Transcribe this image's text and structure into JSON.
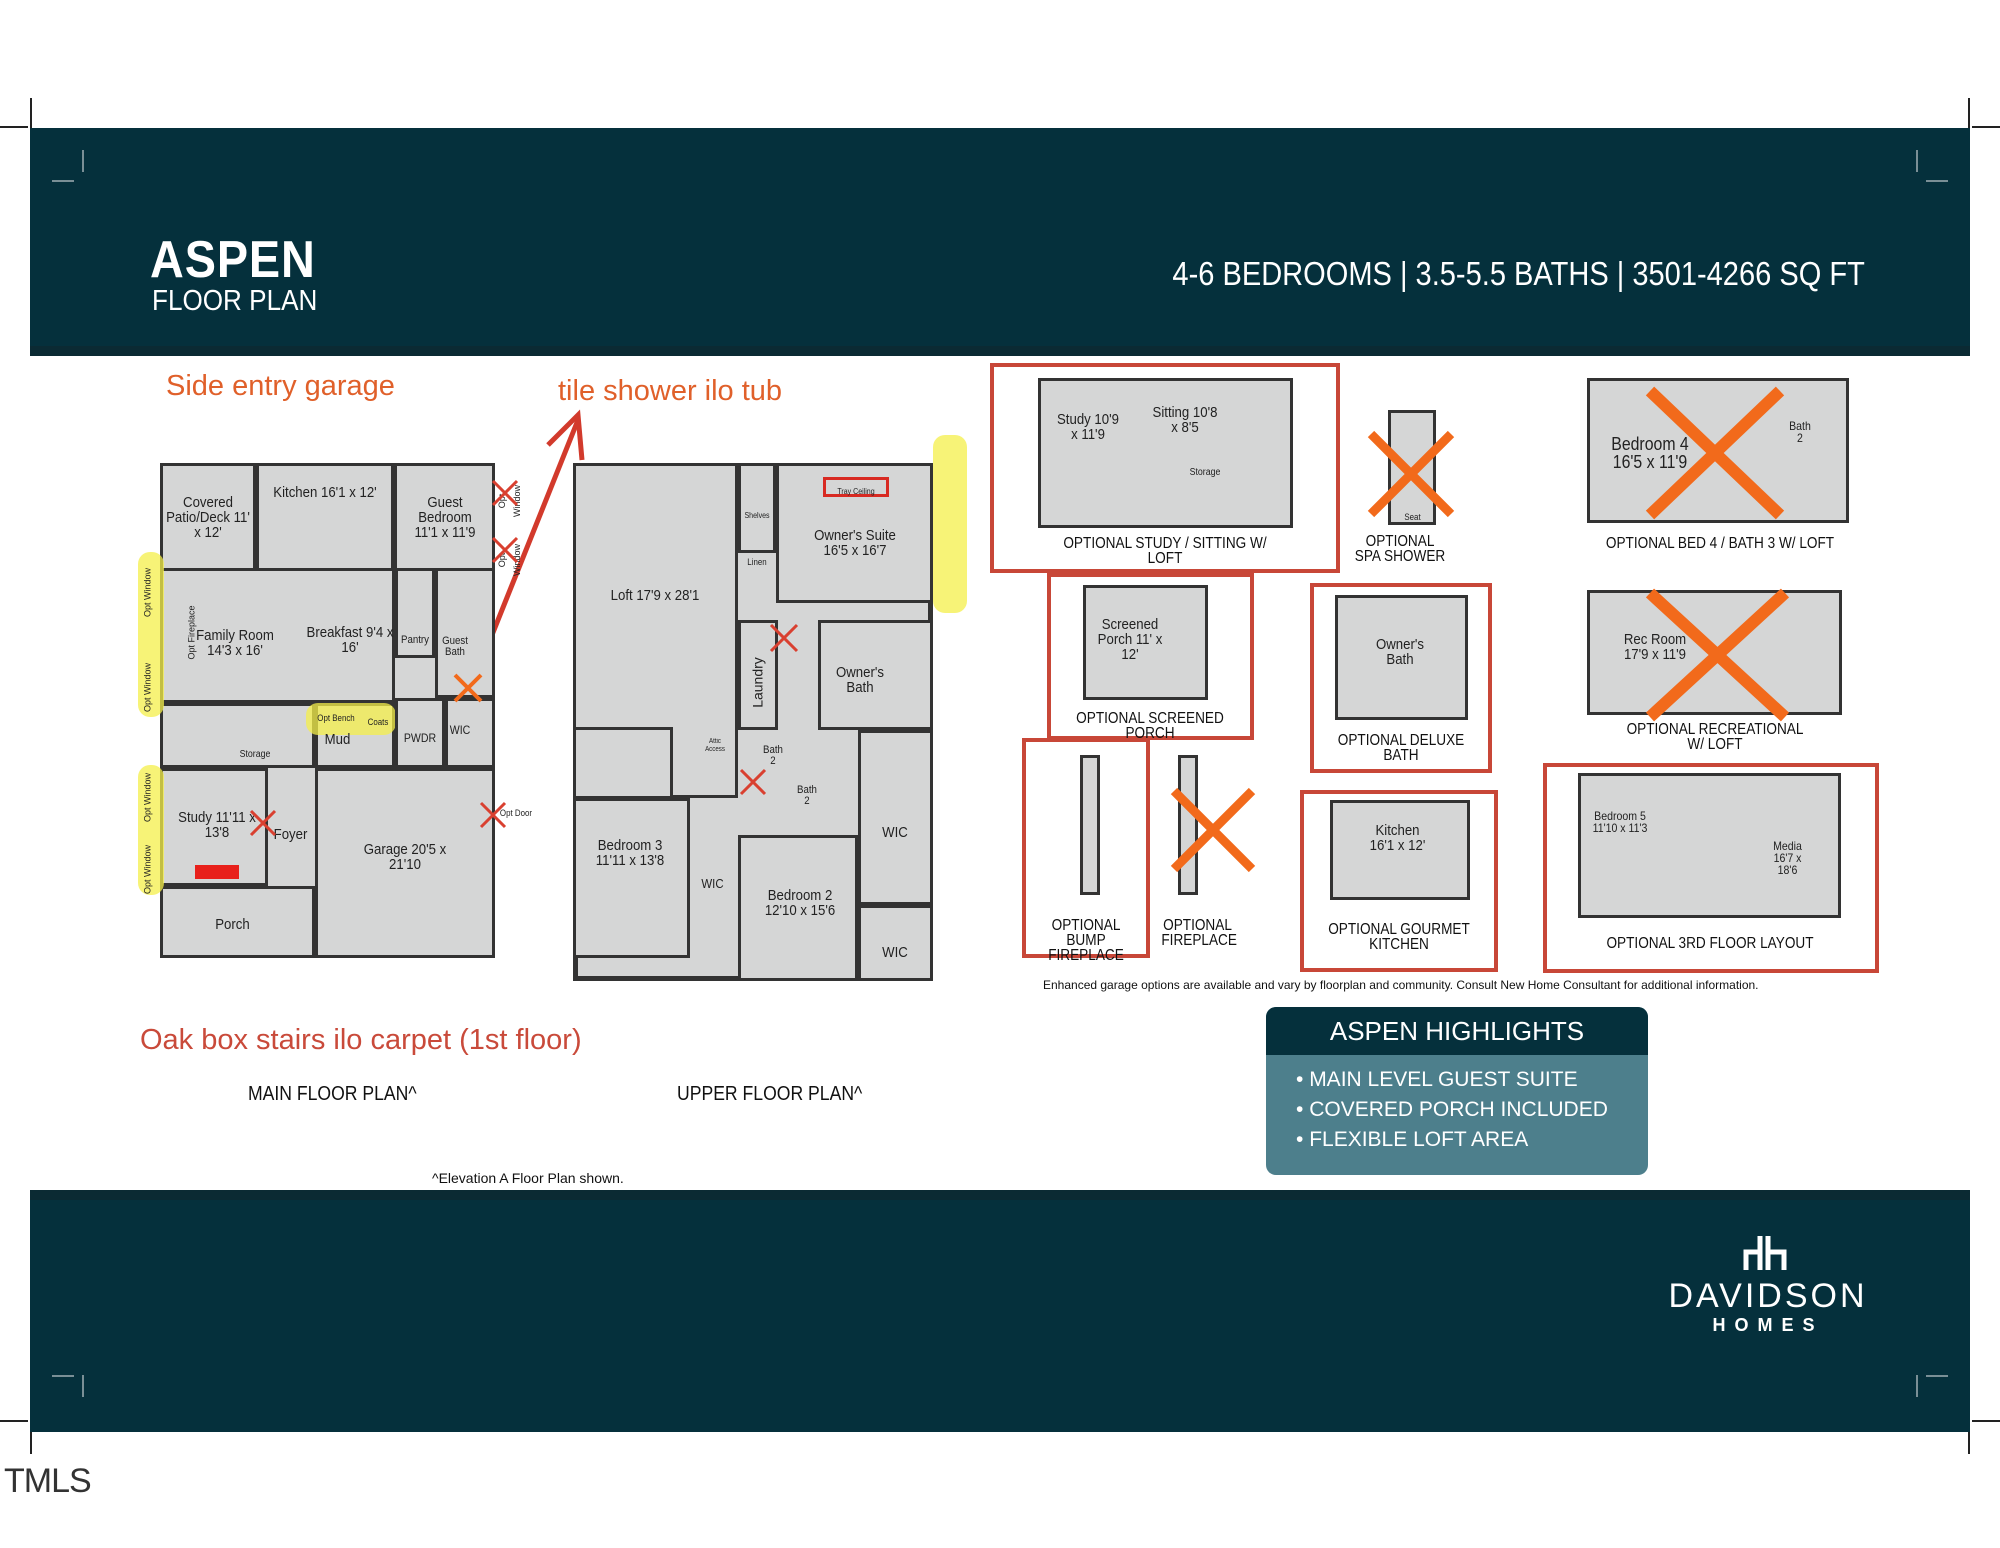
{
  "header": {
    "title": "ASPEN",
    "subtitle": "FLOOR PLAN",
    "specs": "4-6 BEDROOMS | 3.5-5.5 BATHS | 3501-4266 SQ FT"
  },
  "annotations": {
    "side_entry": "Side entry garage",
    "tile_shower": "tile shower ilo tub",
    "oak_stairs": "Oak box stairs ilo carpet (1st floor)"
  },
  "plans": {
    "main_label": "MAIN FLOOR PLAN^",
    "upper_label": "UPPER FLOOR PLAN^",
    "elevation_note": "^Elevation A Floor Plan shown."
  },
  "main_rooms": {
    "covered_patio": "Covered Patio/Deck 11' x 12'",
    "kitchen": "Kitchen 16'1 x 12'",
    "guest_bedroom": "Guest Bedroom 11'1 x 11'9",
    "family_room": "Family Room 14'3 x 16'",
    "breakfast": "Breakfast 9'4 x 16'",
    "pantry": "Pantry",
    "guest_bath": "Guest Bath",
    "mud": "Mud",
    "pwdr": "PWDR",
    "wic": "WIC",
    "study": "Study 11'11 x 13'8",
    "foyer": "Foyer",
    "garage": "Garage 20'5 x 21'10",
    "porch": "Porch",
    "storage": "Storage",
    "opt_bench": "Opt Bench",
    "coats": "Coats",
    "opt_window": "Opt Window",
    "opt_door": "Opt Door",
    "opt_fireplace": "Opt Fireplace"
  },
  "upper_rooms": {
    "loft": "Loft 17'9 x 28'1",
    "owners_suite": "Owner's Suite 16'5 x 16'7",
    "tray_ceiling": "Tray Ceiling",
    "shelves": "Shelves",
    "linen": "Linen",
    "laundry": "Laundry",
    "owners_bath": "Owner's Bath",
    "bath2": "Bath 2",
    "bedroom3": "Bedroom 3 11'11 x 13'8",
    "bedroom2": "Bedroom 2 12'10 x 15'6",
    "wic": "WIC",
    "attic": "Attic Access"
  },
  "options": {
    "study_sitting": "OPTIONAL STUDY / SITTING W/ LOFT",
    "study": "Study 10'9 x 11'9",
    "sitting": "Sitting 10'8 x 8'5",
    "storage": "Storage",
    "spa_shower": "OPTIONAL SPA SHOWER",
    "seat": "Seat",
    "bed4": "OPTIONAL BED 4 / BATH 3 W/ LOFT",
    "bedroom4": "Bedroom 4 16'5 x 11'9",
    "bath2": "Bath 2",
    "screened_porch": "OPTIONAL SCREENED PORCH",
    "screened_room": "Screened Porch 11' x 12'",
    "deluxe_bath": "OPTIONAL DELUXE BATH",
    "owners_bath": "Owner's Bath",
    "recreational": "OPTIONAL RECREATIONAL W/ LOFT",
    "rec_room": "Rec Room 17'9 x 11'9",
    "bump_fireplace": "OPTIONAL BUMP FIREPLACE",
    "fireplace": "OPTIONAL FIREPLACE",
    "gourmet_kitchen": "OPTIONAL GOURMET KITCHEN",
    "kitchen": "Kitchen 16'1 x 12'",
    "third_floor": "OPTIONAL 3RD FLOOR LAYOUT",
    "bedroom5": "Bedroom 5 11'10 x 11'3",
    "media": "Media 16'7 x 18'6",
    "garage_note": "Enhanced garage options are available and vary by floorplan and community.  Consult New Home Consultant for additional information."
  },
  "highlights": {
    "title": "ASPEN HIGHLIGHTS",
    "items": [
      "MAIN LEVEL GUEST SUITE",
      "COVERED PORCH INCLUDED",
      "FLEXIBLE LOFT AREA"
    ]
  },
  "brand": {
    "name": "DAVIDSON",
    "sub": "HOMES"
  },
  "watermark": "TMLS",
  "colors": {
    "band": "#05303c",
    "highlight_body": "#4d7f8c",
    "note_orange": "#e0602a",
    "option_red": "#c84738",
    "x_orange": "#f26a1b"
  }
}
